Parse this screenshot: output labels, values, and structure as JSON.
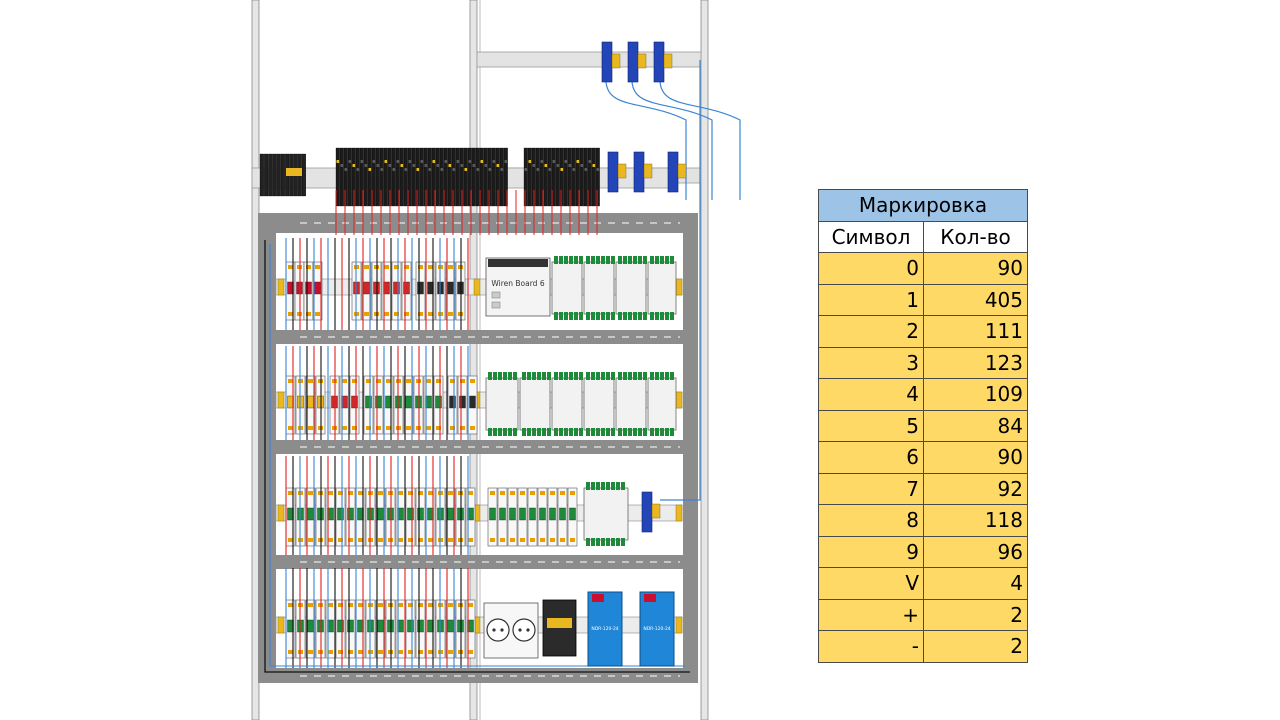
{
  "device_labels": {
    "controller": "Wiren Board 6",
    "power_supply_1": "NDR-120-24",
    "power_supply_2": "NDR-120-24"
  },
  "marking_table": {
    "title": "Маркировка",
    "col_symbol": "Символ",
    "col_qty": "Кол-во",
    "rows": [
      {
        "symbol": "0",
        "qty": "90"
      },
      {
        "symbol": "1",
        "qty": "405"
      },
      {
        "symbol": "2",
        "qty": "111"
      },
      {
        "symbol": "3",
        "qty": "123"
      },
      {
        "symbol": "4",
        "qty": "109"
      },
      {
        "symbol": "5",
        "qty": "84"
      },
      {
        "symbol": "6",
        "qty": "90"
      },
      {
        "symbol": "7",
        "qty": "92"
      },
      {
        "symbol": "8",
        "qty": "118"
      },
      {
        "symbol": "9",
        "qty": "96"
      },
      {
        "symbol": "V",
        "qty": "4"
      },
      {
        "symbol": "+",
        "qty": "2"
      },
      {
        "symbol": "-",
        "qty": "2"
      }
    ]
  },
  "colors": {
    "duct": "#8c8c8c",
    "frame": "#d9d9d9",
    "wire_blue": "#3a86d4",
    "wire_red": "#e02020",
    "wire_black": "#111111",
    "module_green": "#1f8a3a",
    "module_dark": "#2b2b2b",
    "sensor_blue": "#2345b8",
    "psu_blue": "#1f86d8",
    "breaker_red": "#c8102e",
    "din_yellow": "#e9b820",
    "table_header": "#9dc3e6",
    "table_cell": "#ffd966"
  }
}
